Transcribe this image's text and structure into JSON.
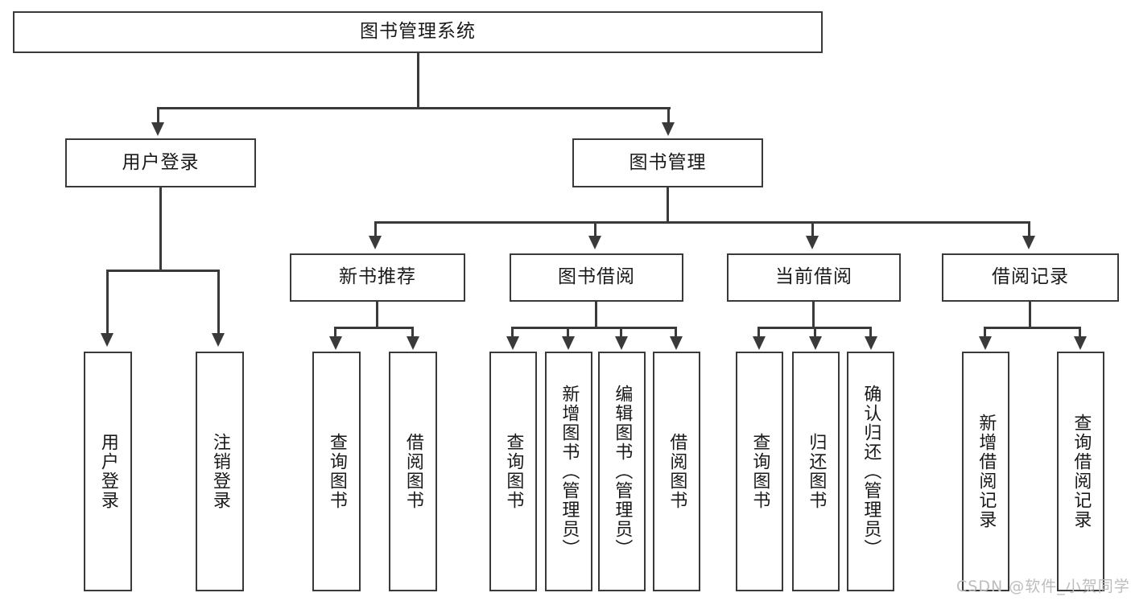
{
  "diagram": {
    "title": "图书管理系统",
    "type": "hierarchy-tree",
    "root": {
      "label": "图书管理系统"
    },
    "level2": [
      {
        "label": "用户登录"
      },
      {
        "label": "图书管理"
      }
    ],
    "level3": [
      {
        "label": "新书推荐",
        "parent": "图书管理"
      },
      {
        "label": "图书借阅",
        "parent": "图书管理"
      },
      {
        "label": "当前借阅",
        "parent": "图书管理"
      },
      {
        "label": "借阅记录",
        "parent": "图书管理"
      }
    ],
    "leaves": {
      "user_login": [
        {
          "label": "用户登录"
        },
        {
          "label": "注销登录"
        }
      ],
      "new_book_recommend": [
        {
          "label": "查询图书"
        },
        {
          "label": "借阅图书"
        }
      ],
      "book_borrow": [
        {
          "label": "查询图书"
        },
        {
          "label": "新增图书（管理员）"
        },
        {
          "label": "编辑图书（管理员）"
        },
        {
          "label": "借阅图书"
        }
      ],
      "current_borrow": [
        {
          "label": "查询图书"
        },
        {
          "label": "归还图书"
        },
        {
          "label": "确认归还（管理员）"
        }
      ],
      "borrow_record": [
        {
          "label": "新增借阅记录"
        },
        {
          "label": "查询借阅记录"
        }
      ]
    }
  },
  "watermark": {
    "text": "CSDN @软件_小贺同学"
  },
  "colors": {
    "stroke": "#3a3a3a",
    "background": "#ffffff",
    "text": "#1a1a1a",
    "watermark": "#bdbdbd"
  }
}
